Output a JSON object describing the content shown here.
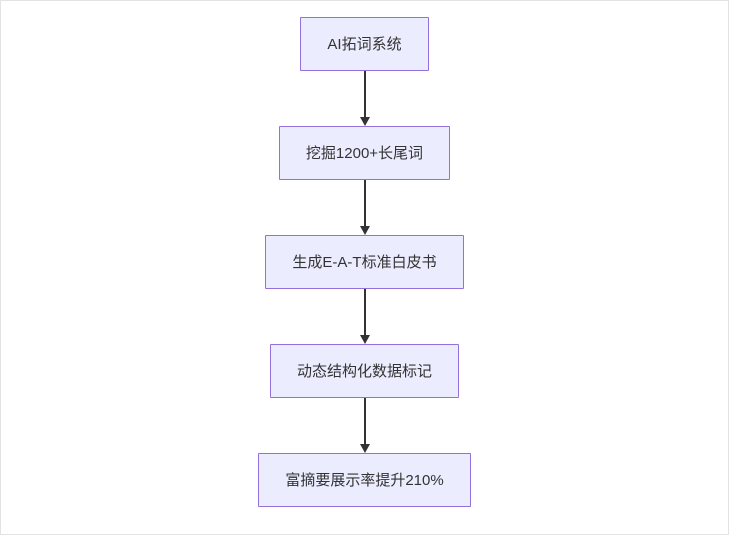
{
  "diagram": {
    "type": "flowchart",
    "direction": "top-down",
    "nodes": [
      {
        "id": "A",
        "label": "AI拓词系统"
      },
      {
        "id": "B",
        "label": "挖掘1200+长尾词"
      },
      {
        "id": "C",
        "label": "生成E-A-T标准白皮书"
      },
      {
        "id": "D",
        "label": "动态结构化数据标记"
      },
      {
        "id": "E",
        "label": "富摘要展示率提升210%"
      }
    ],
    "edges": [
      {
        "from": "A",
        "to": "B"
      },
      {
        "from": "B",
        "to": "C"
      },
      {
        "from": "C",
        "to": "D"
      },
      {
        "from": "D",
        "to": "E"
      }
    ],
    "colors": {
      "node_fill": "#ECECFF",
      "node_border": "#9370DB",
      "text": "#333333",
      "arrow": "#333333",
      "background": "#FFFFFF"
    }
  }
}
